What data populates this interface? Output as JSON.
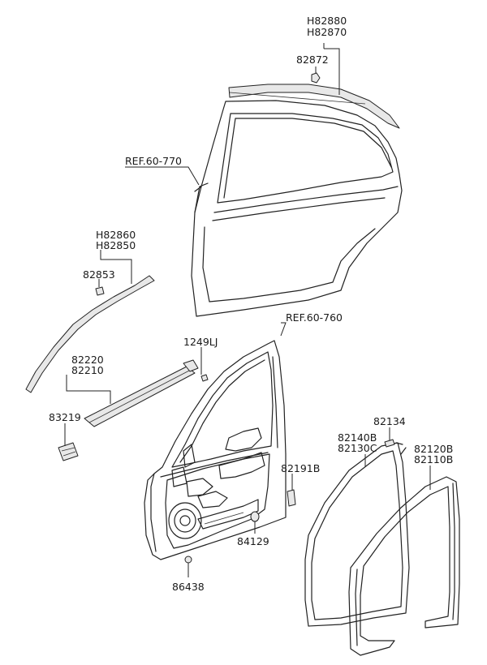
{
  "diagram": {
    "labels": {
      "h82880": "H82880",
      "h82870": "H82870",
      "p82872": "82872",
      "ref_rear": "REF.60-770",
      "h82860": "H82860",
      "h82850": "H82850",
      "p82853": "82853",
      "ref_front": "REF.60-760",
      "p1249lj": "1249LJ",
      "p82220": "82220",
      "p82210": "82210",
      "p83219": "83219",
      "p82134": "82134",
      "p82140b": "82140B",
      "p82130c": "82130C",
      "p82120b": "82120B",
      "p82110b": "82110B",
      "p82191b": "82191B",
      "p84129": "84129",
      "p86438": "86438"
    }
  }
}
